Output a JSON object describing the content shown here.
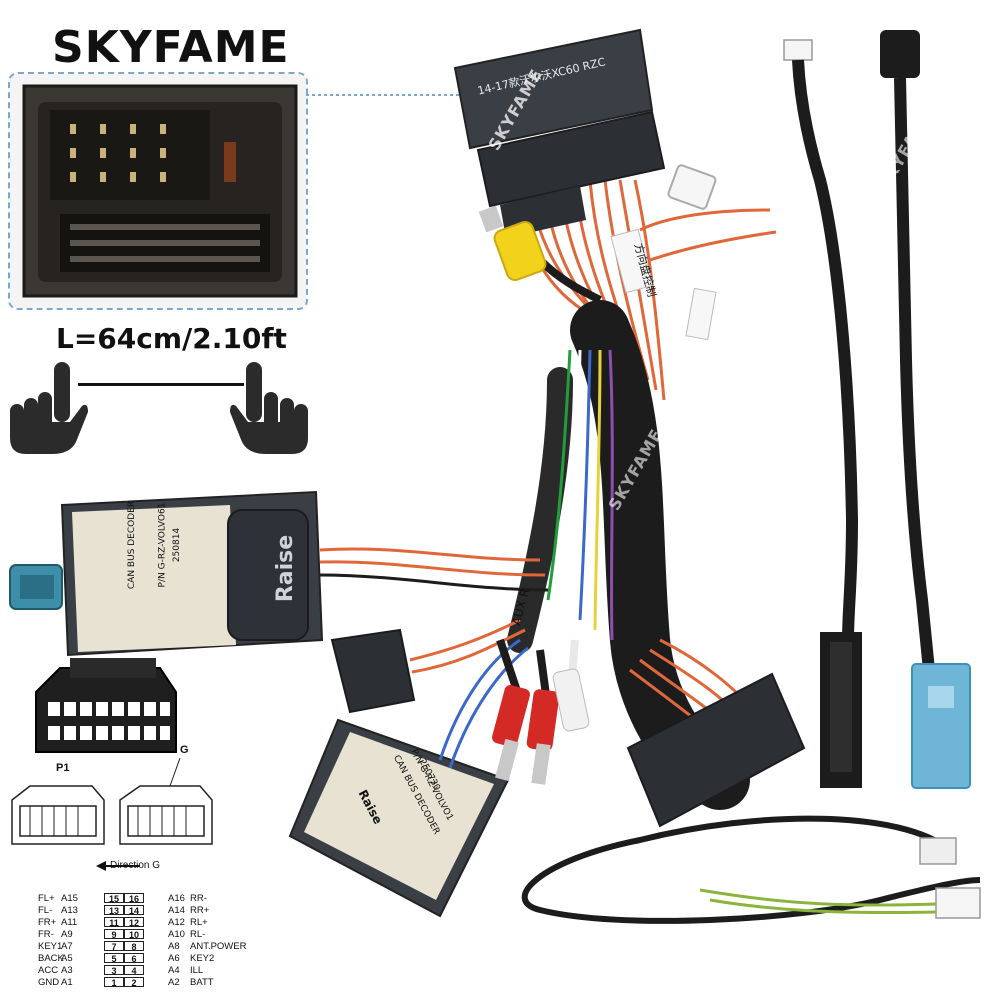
{
  "brand": {
    "name": "SKYFAME"
  },
  "length": {
    "text": "L=64cm/2.10ft"
  },
  "harness_labels": {
    "main_connector": "14-17款沃尔沃XC60 RZC",
    "aux": "AUX R",
    "tag_control": "方向盘控制",
    "decoder_top_name": "Raise",
    "decoder_top_title": "CAN BUS DECODER",
    "decoder_top_code": "250814",
    "decoder_top_pn": "P/N G-RZ-VOLVO61",
    "decoder_bottom_name": "Raise",
    "decoder_bottom_title": "CAN BUS DECODER",
    "decoder_bottom_pn": "P/N G-RZ-VOLVO1",
    "decoder_bottom_code": "250730"
  },
  "diagram": {
    "p1": "P1",
    "g": "G",
    "direction": "Direction G"
  },
  "pins": {
    "rows": [
      {
        "l_name": "FL+",
        "l_code": "A15",
        "a": "15",
        "b": "16",
        "r_code": "A16",
        "r_name": "RR-"
      },
      {
        "l_name": "FL-",
        "l_code": "A13",
        "a": "13",
        "b": "14",
        "r_code": "A14",
        "r_name": "RR+"
      },
      {
        "l_name": "FR+",
        "l_code": "A11",
        "a": "11",
        "b": "12",
        "r_code": "A12",
        "r_name": "RL+"
      },
      {
        "l_name": "FR-",
        "l_code": "A9",
        "a": "9",
        "b": "10",
        "r_code": "A10",
        "r_name": "RL-"
      },
      {
        "l_name": "KEY1",
        "l_code": "A7",
        "a": "7",
        "b": "8",
        "r_code": "A8",
        "r_name": "ANT.POWER"
      },
      {
        "l_name": "BACK",
        "l_code": "A5",
        "a": "5",
        "b": "6",
        "r_code": "A6",
        "r_name": "KEY2"
      },
      {
        "l_name": "ACC",
        "l_code": "A3",
        "a": "3",
        "b": "4",
        "r_code": "A4",
        "r_name": "ILL"
      },
      {
        "l_name": "GND",
        "l_code": "A1",
        "a": "1",
        "b": "2",
        "r_code": "A2",
        "r_name": "BATT"
      }
    ]
  },
  "colors": {
    "wire_orange": "#e0673a",
    "wire_black": "#1c1c1c",
    "connector_gray": "#3a3f45",
    "rca_yellow": "#f2d21b",
    "rca_red": "#d32a26",
    "fakra_blue": "#6fb5d8",
    "fakra_teal": "#3d8ea8"
  }
}
